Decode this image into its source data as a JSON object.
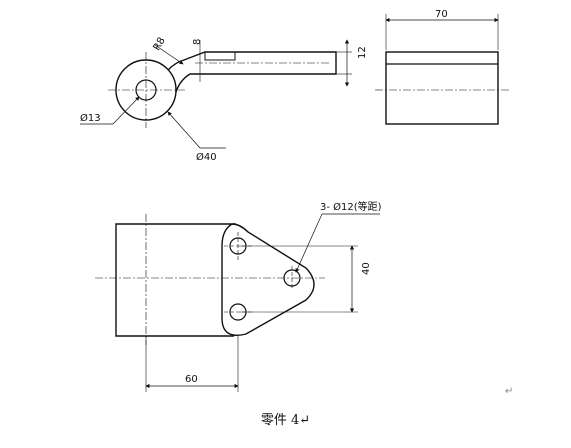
{
  "labels": {
    "r8": "R8",
    "eight": "8",
    "d13": "Ø13",
    "d40": "Ø40",
    "twelve": "12",
    "seventy": "70",
    "holes": "3- Ø12(等距)",
    "forty": "40",
    "sixty": "60"
  },
  "caption": "零件 4↵",
  "return_mark": "↵"
}
